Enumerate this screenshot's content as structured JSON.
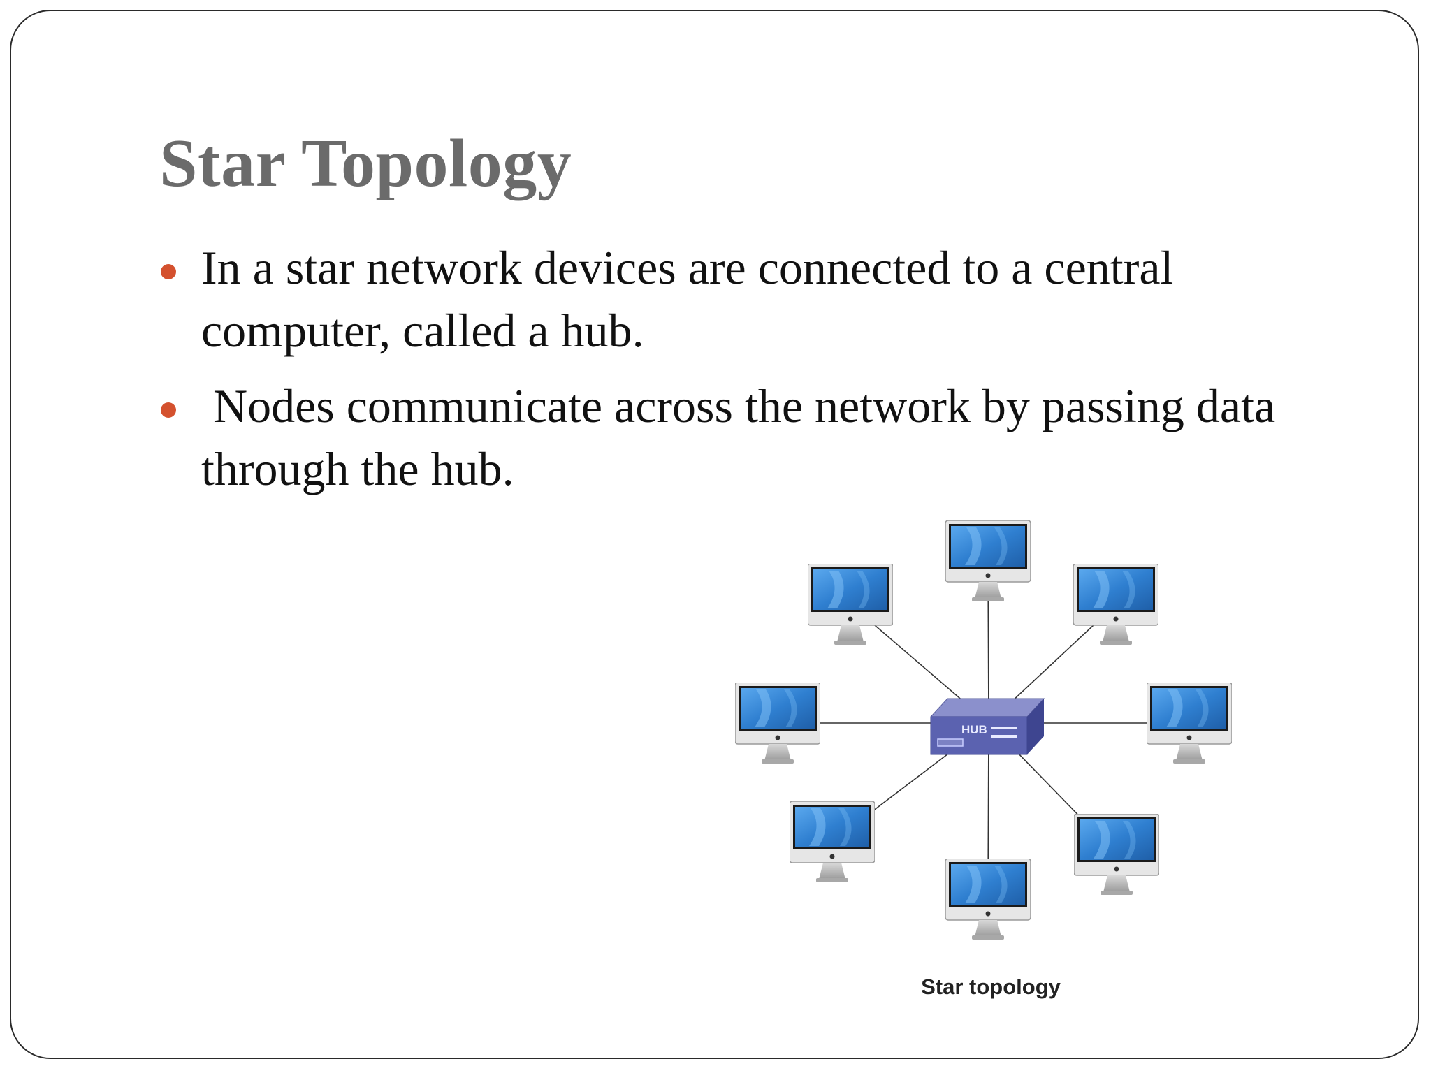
{
  "slide": {
    "title": "Star Topology",
    "bullets": [
      "In a star network devices are connected to a central computer, called a hub.",
      " Nodes communicate across the network by passing data through the hub."
    ],
    "bullet_color": "#d4512e",
    "title_color": "#6b6b6b"
  },
  "diagram": {
    "hub_label": "HUB",
    "caption": "Star topology",
    "node_count": 8,
    "colors": {
      "hub_top": "#8b90cc",
      "hub_front": "#5b62b0",
      "hub_side": "#3e4590",
      "screen": "#2f7fd0",
      "bezel": "#222222",
      "stand": "#b8b8b8"
    }
  }
}
